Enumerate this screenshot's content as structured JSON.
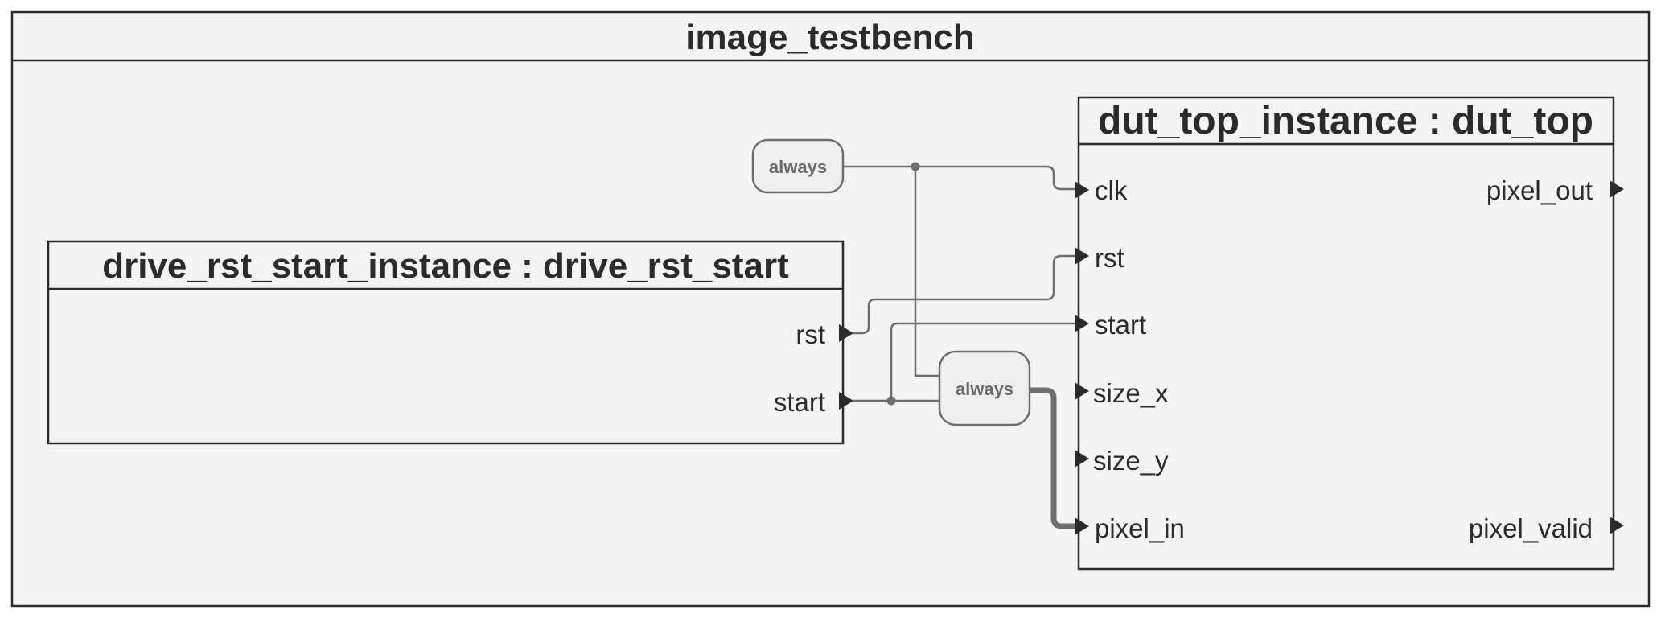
{
  "testbench": {
    "title": "image_testbench"
  },
  "dut": {
    "title": "dut_top_instance : dut_top",
    "inputs": [
      "clk",
      "rst",
      "start",
      "size_x",
      "size_y",
      "pixel_in"
    ],
    "outputs": [
      "pixel_out",
      "pixel_valid"
    ]
  },
  "driver": {
    "title": "drive_rst_start_instance : drive_rst_start",
    "outputs": [
      "rst",
      "start"
    ]
  },
  "processes": {
    "clock_process": "always",
    "stimulus_process": "always"
  }
}
